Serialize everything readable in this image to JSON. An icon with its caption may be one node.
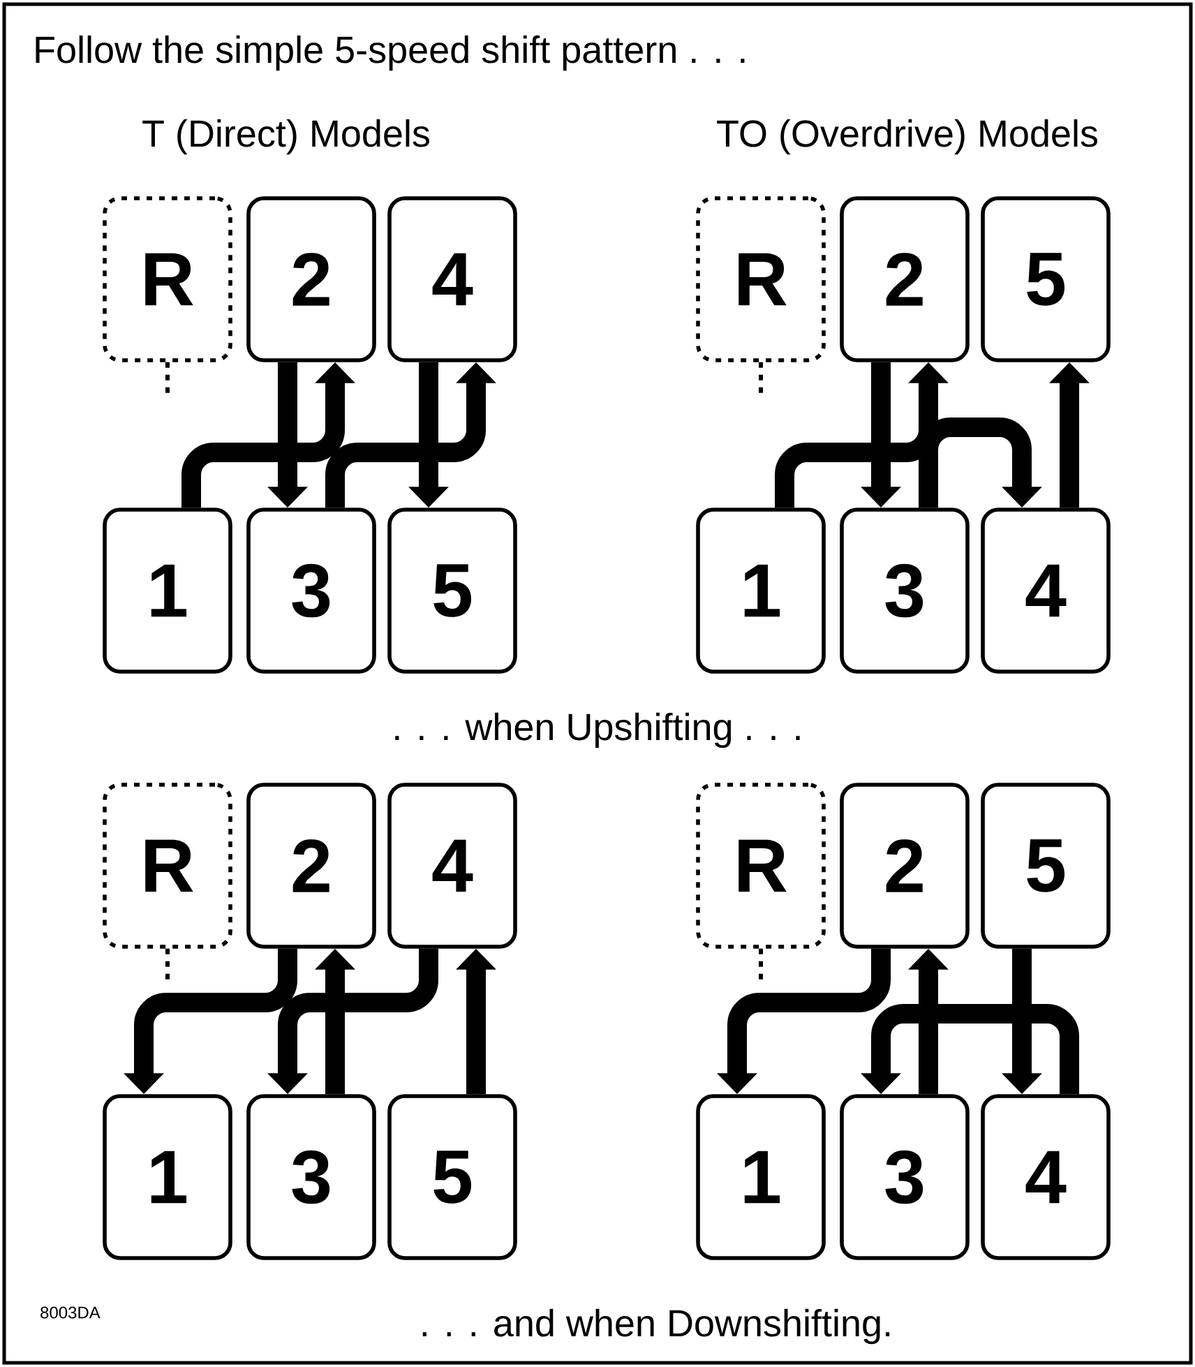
{
  "diagram": {
    "title": "Follow the simple 5-speed shift pattern . . .",
    "nodes": [
      {
        "text": [
          "R"
        ]
      },
      {
        "text": [
          "2"
        ]
      },
      {
        "text": [
          "4"
        ]
      },
      {
        "text": [
          "1"
        ]
      },
      {
        "text": [
          "3"
        ]
      },
      {
        "text": [
          "5"
        ]
      },
      {
        "text": [
          "R"
        ]
      },
      {
        "text": [
          "2"
        ]
      },
      {
        "text": [
          "5"
        ]
      },
      {
        "text": [
          "1"
        ]
      },
      {
        "text": [
          "3"
        ]
      },
      {
        "text": [
          "4"
        ]
      },
      {
        "text": [
          "R"
        ]
      },
      {
        "text": [
          "2"
        ]
      },
      {
        "text": [
          "4"
        ]
      },
      {
        "text": [
          "1"
        ]
      },
      {
        "text": [
          "3"
        ]
      },
      {
        "text": [
          "5"
        ]
      },
      {
        "text": [
          "R"
        ]
      },
      {
        "text": [
          "2"
        ]
      },
      {
        "text": [
          "5"
        ]
      },
      {
        "text": [
          "1"
        ]
      },
      {
        "text": [
          "3"
        ]
      },
      {
        "text": [
          "4"
        ]
      }
    ],
    "edges": [
      {
        "from": 0,
        "to": null,
        "arrow": "none",
        "style": "dashed"
      },
      {
        "from": 3,
        "to": 1,
        "arrow": "to"
      },
      {
        "from": 1,
        "to": 4,
        "arrow": "to"
      },
      {
        "from": 4,
        "to": 2,
        "arrow": "to"
      },
      {
        "from": 2,
        "to": 5,
        "arrow": "to"
      },
      {
        "from": 6,
        "to": null,
        "arrow": "none",
        "style": "dashed"
      },
      {
        "from": 9,
        "to": 7,
        "arrow": "to"
      },
      {
        "from": 7,
        "to": 10,
        "arrow": "to"
      },
      {
        "from": 10,
        "to": 11,
        "arrow": "to"
      },
      {
        "from": 11,
        "to": 8,
        "arrow": "to"
      },
      {
        "from": 12,
        "to": null,
        "arrow": "none",
        "style": "dashed"
      },
      {
        "from": 17,
        "to": 14,
        "arrow": "to"
      },
      {
        "from": 14,
        "to": 16,
        "arrow": "to"
      },
      {
        "from": 16,
        "to": 13,
        "arrow": "to"
      },
      {
        "from": 13,
        "to": 15,
        "arrow": "to"
      },
      {
        "from": 18,
        "to": null,
        "arrow": "none",
        "style": "dashed"
      },
      {
        "from": 20,
        "to": 23,
        "arrow": "to"
      },
      {
        "from": 23,
        "to": 22,
        "arrow": "to"
      },
      {
        "from": 22,
        "to": 19,
        "arrow": "to"
      },
      {
        "from": 19,
        "to": 21,
        "arrow": "to"
      }
    ],
    "labels": [
      "T (Direct) Models",
      "TO (Overdrive) Models",
      ". . . when Upshifting . . .",
      "8003DA",
      ". . . and when Downshifting."
    ]
  }
}
